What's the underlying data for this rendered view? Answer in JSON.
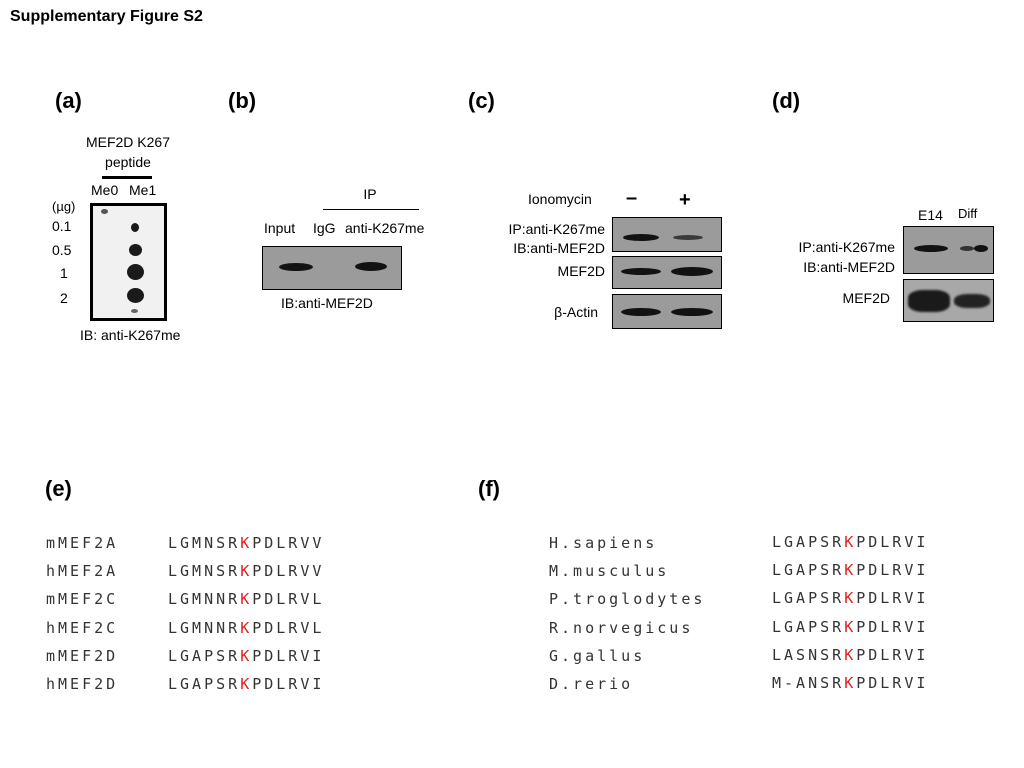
{
  "figure_title": "Supplementary Figure S2",
  "panel_labels": {
    "a": "(a)",
    "b": "(b)",
    "c": "(c)",
    "d": "(d)",
    "e": "(e)",
    "f": "(f)"
  },
  "panel_a": {
    "peptide_line1": "MEF2D K267",
    "peptide_line2": "peptide",
    "col_me0": "Me0",
    "col_me1": "Me1",
    "unit": "(µg)",
    "amounts": [
      "0.1",
      "0.5",
      "1",
      "2"
    ],
    "ib": "IB: anti-K267me"
  },
  "panel_b": {
    "ip": "IP",
    "input": "Input",
    "igg": "IgG",
    "anti": "anti-K267me",
    "ib": "IB:anti-MEF2D"
  },
  "panel_c": {
    "ionomycin": "Ionomycin",
    "minus": "–",
    "plus": "+",
    "row1_line1": "IP:anti-K267me",
    "row1_line2": "IB:anti-MEF2D",
    "row2": "MEF2D",
    "row3": "β-Actin"
  },
  "panel_d": {
    "e14": "E14",
    "diff": "Diff",
    "row1_line1": "IP:anti-K267me",
    "row1_line2": "IB:anti-MEF2D",
    "row2": "MEF2D"
  },
  "panel_e": {
    "rows": [
      {
        "name": "mMEF2A",
        "pre": "LGMNSR",
        "k": "K",
        "post": "PDLRVV"
      },
      {
        "name": "hMEF2A",
        "pre": "LGMNSR",
        "k": "K",
        "post": "PDLRVV"
      },
      {
        "name": "mMEF2C",
        "pre": "LGMNNR",
        "k": "K",
        "post": "PDLRVL"
      },
      {
        "name": "hMEF2C",
        "pre": "LGMNNR",
        "k": "K",
        "post": "PDLRVL"
      },
      {
        "name": "mMEF2D",
        "pre": "LGAPSR",
        "k": "K",
        "post": "PDLRVI"
      },
      {
        "name": "hMEF2D",
        "pre": "LGAPSR",
        "k": "K",
        "post": "PDLRVI"
      }
    ]
  },
  "panel_f": {
    "rows": [
      {
        "name": "H.sapiens",
        "pre": "LGAPSR",
        "k": "K",
        "post": "PDLRVI"
      },
      {
        "name": "M.musculus",
        "pre": "LGAPSR",
        "k": "K",
        "post": "PDLRVI"
      },
      {
        "name": "P.troglodytes",
        "pre": "LGAPSR",
        "k": "K",
        "post": "PDLRVI"
      },
      {
        "name": "R.norvegicus",
        "pre": "LGAPSR",
        "k": "K",
        "post": "PDLRVI"
      },
      {
        "name": "G.gallus",
        "pre": "LASNSR",
        "k": "K",
        "post": "PDLRVI"
      },
      {
        "name": "D.rerio",
        "pre": "M-ANSR",
        "k": "K",
        "post": "PDLRVI"
      }
    ]
  },
  "colors": {
    "highlight_k": "#e02020",
    "blot_bg": "#9b9b9b",
    "band": "#121212"
  }
}
